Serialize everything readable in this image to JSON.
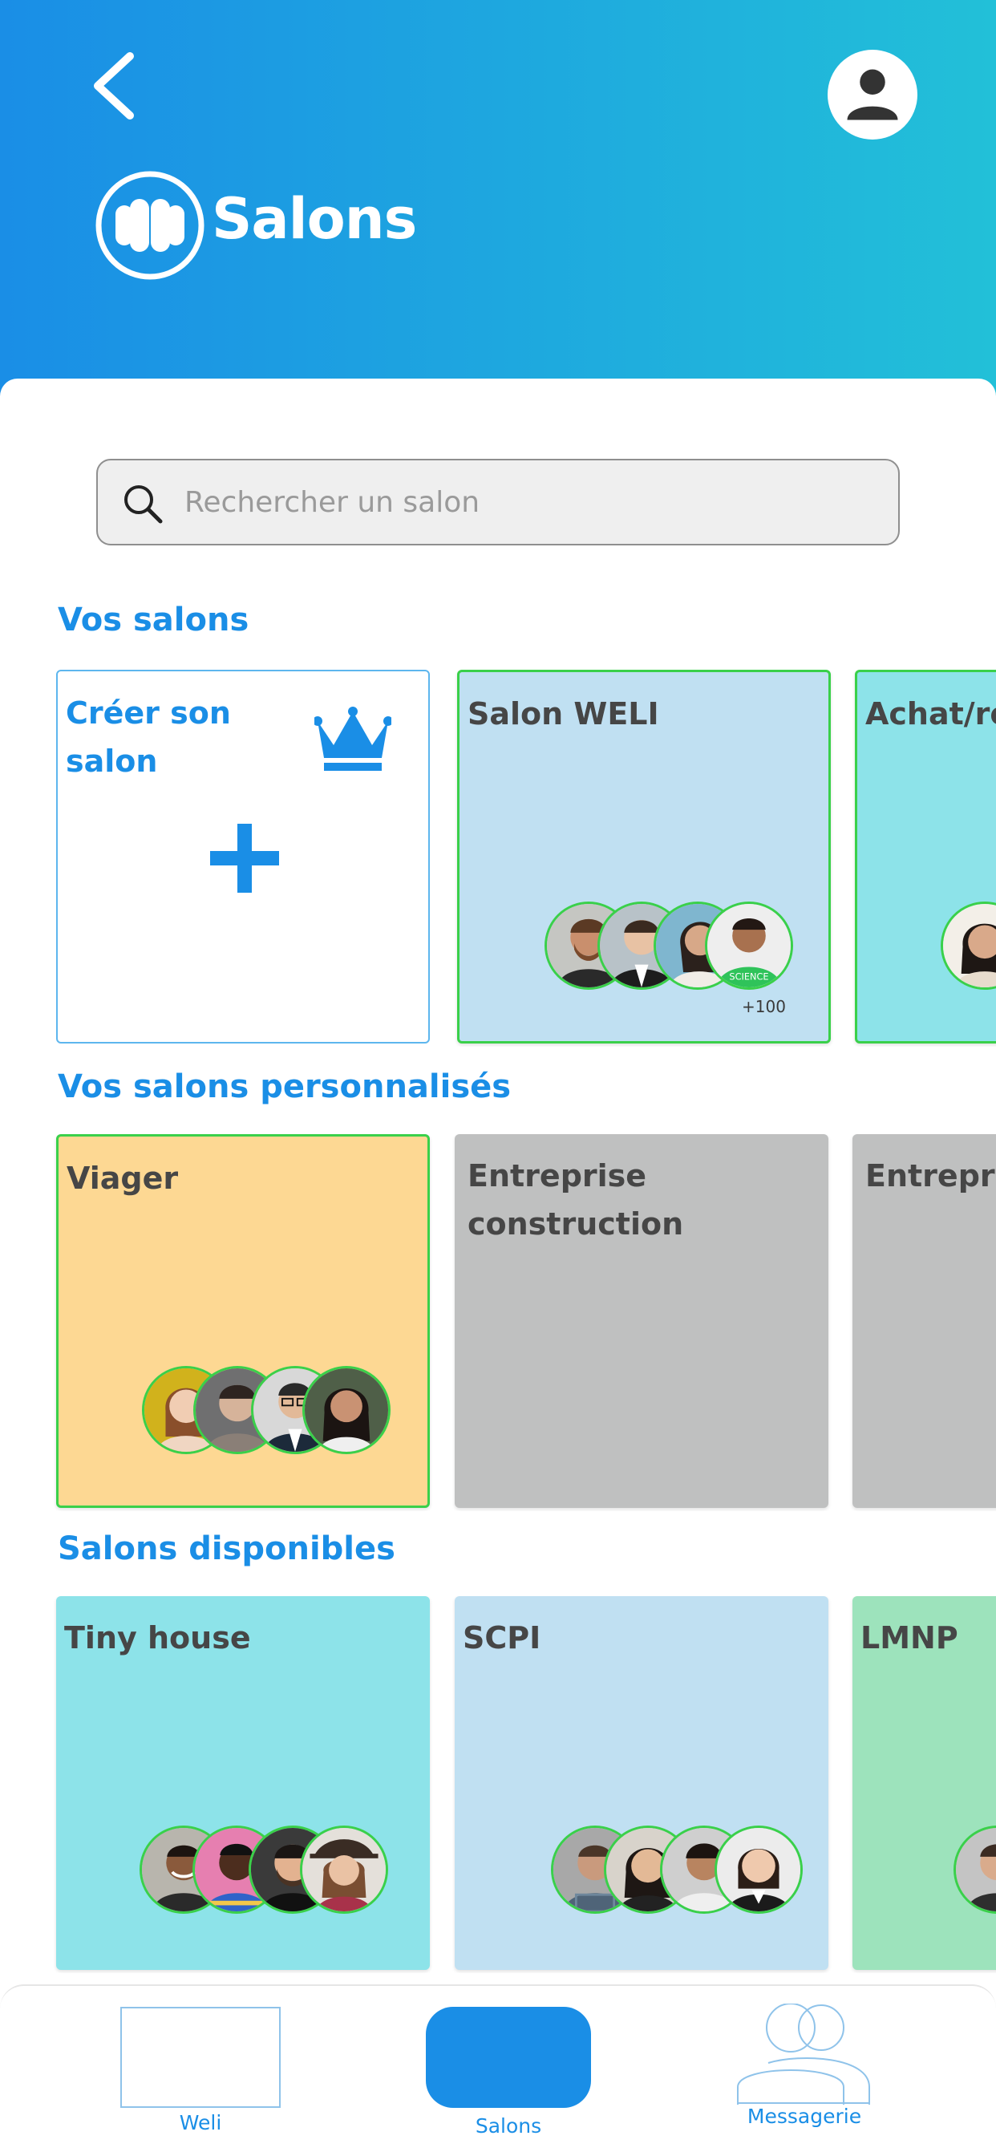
{
  "header": {
    "title": "Salons"
  },
  "search": {
    "placeholder": "Rechercher un salon"
  },
  "sections": {
    "mine": {
      "title": "Vos salons",
      "create": {
        "title": "Créer son salon"
      },
      "cards": [
        {
          "title": "Salon WELI",
          "color": "#c0e0f2",
          "member_count": "+100"
        },
        {
          "title": "Achat/re",
          "color": "#8de3e9"
        }
      ]
    },
    "custom": {
      "title": "Vos salons personnalisés",
      "cards": [
        {
          "title": "Viager",
          "color": "#fdd893"
        },
        {
          "title": "Entreprise construction",
          "color": "#bfc0c0"
        },
        {
          "title": "Entrepri",
          "color": "#bfc0c0"
        }
      ]
    },
    "available": {
      "title": "Salons disponibles",
      "cards": [
        {
          "title": "Tiny house",
          "color": "#8de3e9"
        },
        {
          "title": "SCPI",
          "color": "#c0e0f2"
        },
        {
          "title": "LMNP",
          "color": "#9de3bc"
        }
      ]
    }
  },
  "tabs": [
    {
      "label": "Weli"
    },
    {
      "label": "Salons",
      "active": true
    },
    {
      "label": "Messagerie"
    }
  ],
  "colors": {
    "primary": "#1a8ee6",
    "accent_green": "#3ad04a"
  }
}
